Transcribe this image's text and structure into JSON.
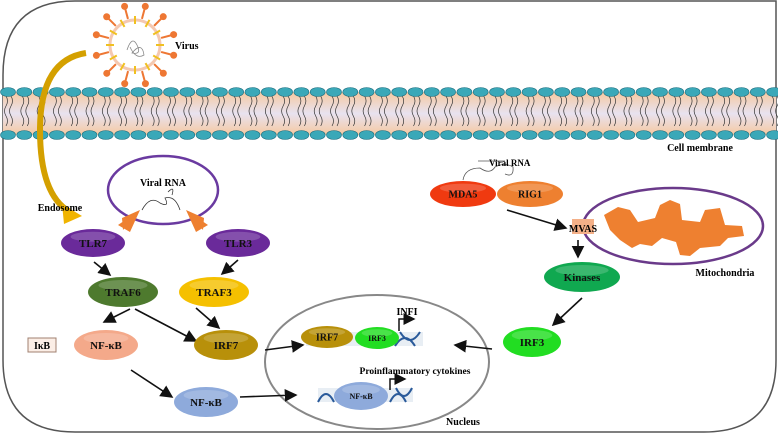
{
  "labels": {
    "virus": "Virus",
    "cell_membrane": "Cell membrane",
    "endosome": "Endosome",
    "viral_rna_endosome": "Viral RNA",
    "viral_rna_cytoplasm": "Viral RNA",
    "mitochondria": "Mitochondria",
    "nucleus": "Nucleus",
    "infi": "INFI",
    "proinflammatory": "Proinflammatory cytokines"
  },
  "nodes": {
    "tlr7": "TLR7",
    "tlr3": "TLR3",
    "traf6": "TRAF6",
    "traf3": "TRAF3",
    "ikb": "IκB",
    "nfkb1": "NF-κB",
    "irf7": "IRF7",
    "nfkb2": "NF-κB",
    "irf7_nuc": "IRF7",
    "irf3_nuc": "IRF3",
    "nfkb_nuc": "NF-κB",
    "mda5": "MDA5",
    "rig1": "RIG1",
    "mvas": "MVAS",
    "kinases": "Kinases",
    "irf3": "IRF3"
  },
  "colors": {
    "tlr": "#6a2a9a",
    "traf6": "#4e7a2e",
    "traf3": "#f5c000",
    "nfkb_pink": "#f4a98a",
    "irf7": "#b8900a",
    "nfkb_blue": "#8eaadb",
    "irf3": "#22dd22",
    "mda5": "#f03a10",
    "rig1": "#ee8030",
    "kinases": "#10a850",
    "mito": "#ee8030",
    "membrane_head": "#3aa8b8",
    "arrow_virus": "#d4a000"
  }
}
